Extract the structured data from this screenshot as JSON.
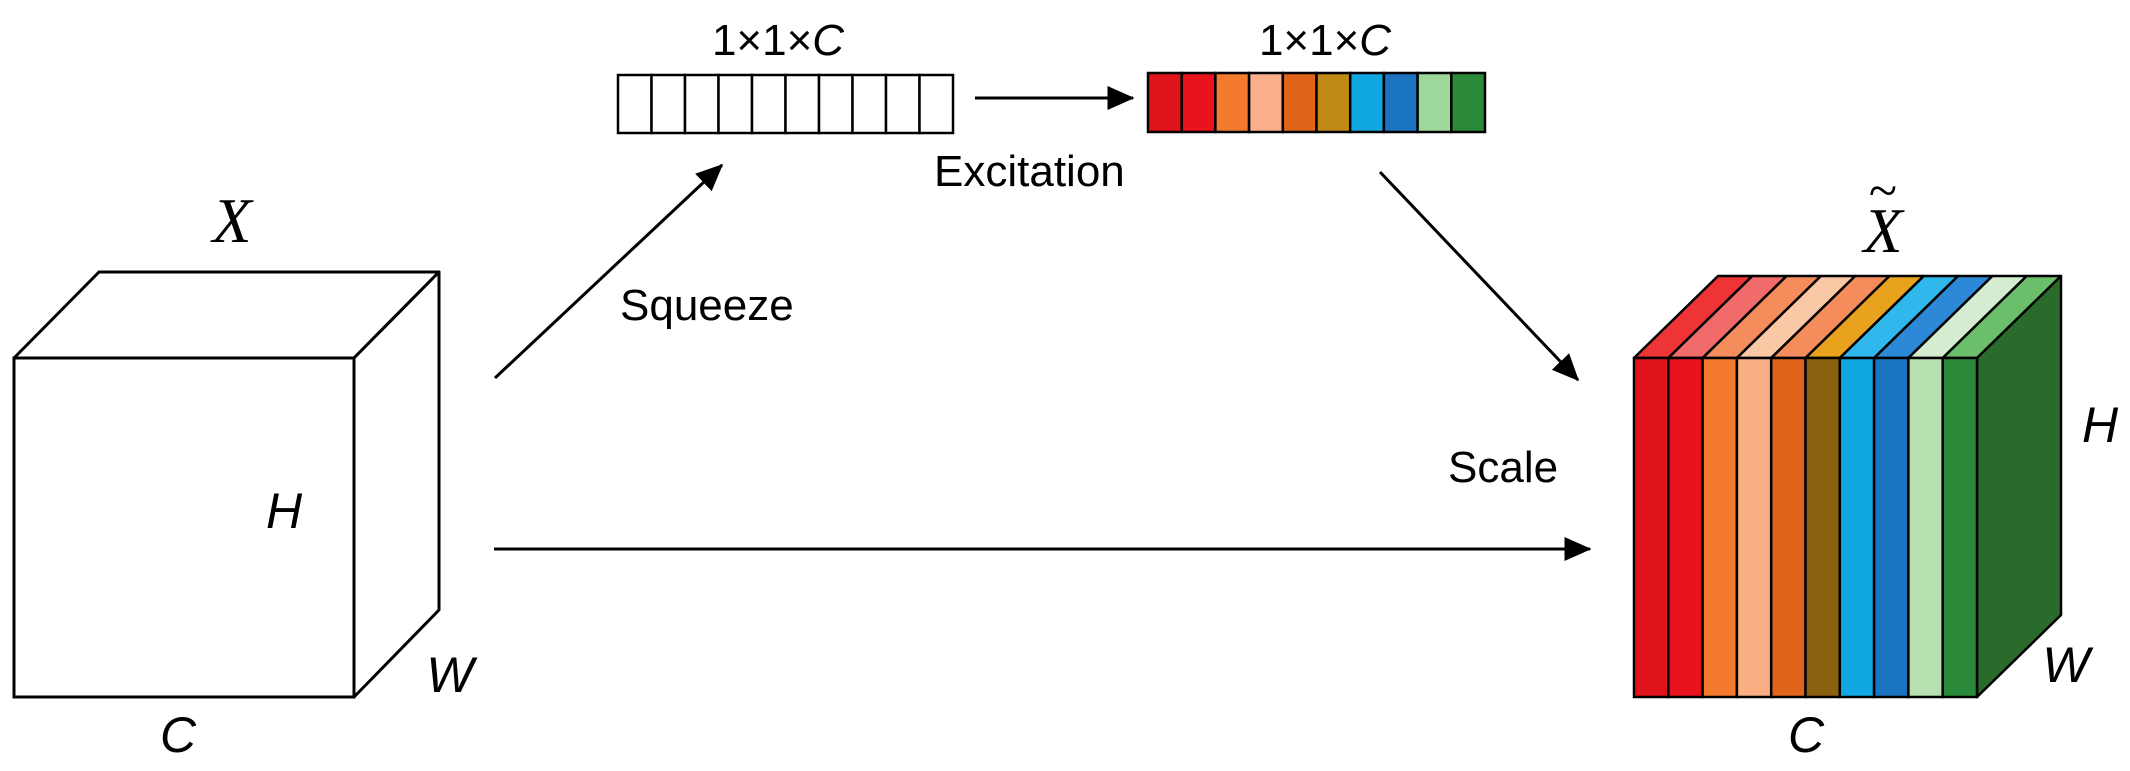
{
  "input": {
    "symbol": "X",
    "dim_h": "H",
    "dim_w": "W",
    "dim_c": "C"
  },
  "squeeze_vector": {
    "label": "1×1×C",
    "cells": 10
  },
  "excitation_vector": {
    "label": "1×1×C",
    "colors": [
      "#e0151b",
      "#e8131d",
      "#f47a2e",
      "#f9b08a",
      "#e0651a",
      "#c08b14",
      "#10a7e2",
      "#1a74c2",
      "#9ed79a",
      "#2b8a3a"
    ]
  },
  "output": {
    "symbol": "X",
    "tilde": "~",
    "dim_h": "H",
    "dim_w": "W",
    "dim_c": "C",
    "front_colors": [
      "#e0151b",
      "#e8131d",
      "#f47a2e",
      "#f9ae84",
      "#e0651a",
      "#8a6110",
      "#10a7e2",
      "#1a74c2",
      "#b6e0b0",
      "#2b8a3a"
    ],
    "top_colors": [
      "#ee3434",
      "#f26b6b",
      "#f58c5c",
      "#fbc8a6",
      "#f58c5c",
      "#e8a21e",
      "#30b8ec",
      "#2e88d8",
      "#d4ecd0",
      "#6cbf6a"
    ],
    "side_color": "#2a6a2a"
  },
  "steps": {
    "squeeze": "Squeeze",
    "excitation": "Excitation",
    "scale": "Scale"
  }
}
